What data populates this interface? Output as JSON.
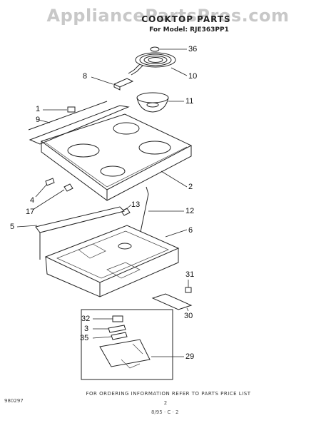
{
  "watermark": "AppliancePartsPros.com",
  "header": {
    "title": "COOKTOP PARTS",
    "model_line": "For Model: RJE363PP1"
  },
  "callouts": {
    "c36": "36",
    "c10": "10",
    "c8": "8",
    "c11": "11",
    "c1": "1",
    "c9": "9",
    "c2": "2",
    "c4": "4",
    "c13": "13",
    "c17": "17",
    "c12": "12",
    "c5": "5",
    "c6": "6",
    "c31": "31",
    "c30": "30",
    "c32": "32",
    "c3": "3",
    "c35": "35",
    "c29": "29"
  },
  "footer": {
    "ordering_note": "FOR ORDERING INFORMATION REFER TO PARTS PRICE LIST",
    "doc_code": "980297",
    "page_number": "2",
    "bottom_mark": "8/95 · C · 2"
  }
}
